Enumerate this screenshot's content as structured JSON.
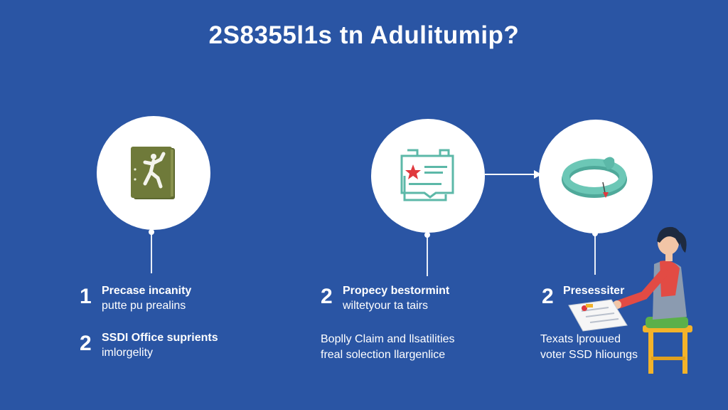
{
  "title": "2S8355l1s tn Adulitumip?",
  "steps": [
    {
      "number": "1",
      "line1": "Precase incanity",
      "line2": "putte pu prealins",
      "icon": "running-person-book-icon"
    },
    {
      "number": "2",
      "line1": "Propecy bestormint",
      "line2": "wiltetyour ta tairs",
      "icon": "certificate-document-icon"
    },
    {
      "number": "2",
      "line1": "Presessiter",
      "icon": "ring-band-icon"
    }
  ],
  "row2": {
    "col1": {
      "number": "2",
      "line1": "SSDI Office suprients",
      "line2": "imlorgelity"
    },
    "col2": {
      "line1": "Boplly Claim and llsatilities",
      "line2": "freal solection llargenlice"
    },
    "col3": {
      "line1": "Texats lprouued",
      "line2": "voter SSD hlioungs"
    }
  },
  "colors": {
    "background": "#2a55a4",
    "book": "#6f7a3a",
    "teal": "#5cb8a8",
    "star": "#e0393e",
    "shirt": "#e24b44",
    "stool": "#f3b32a",
    "hair": "#1e2a3f",
    "green_seat": "#5bb04a"
  }
}
